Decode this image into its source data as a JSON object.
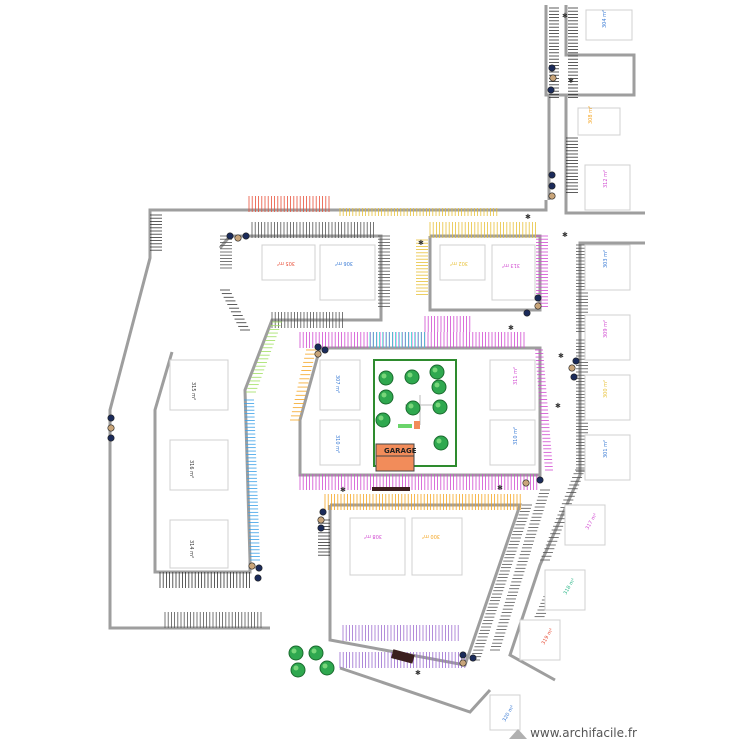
{
  "site": {
    "watermark": "www.archifacile.fr",
    "garage_label": "GARAGE"
  },
  "colors": {
    "wall": "#9e9e9e",
    "garage": "#f28c5a",
    "playground_border": "#2e8b2e",
    "tree": "#2fa84f",
    "marker_dark": "#1b2b5a",
    "marker_light": "#c9a57a"
  },
  "rooms": [
    {
      "id": "r1",
      "label": "304 m²",
      "color": "#3a7bd5"
    },
    {
      "id": "r2",
      "label": "308 m²",
      "color": "#f5a623"
    },
    {
      "id": "r3",
      "label": "312 m²",
      "color": "#d14bd1"
    },
    {
      "id": "r4",
      "label": "305 m²",
      "color": "#e8503a"
    },
    {
      "id": "r5",
      "label": "306 m²",
      "color": "#3a7bd5"
    },
    {
      "id": "r6",
      "label": "302 m²",
      "color": "#e8c23a"
    },
    {
      "id": "r7",
      "label": "313 m²",
      "color": "#d14bd1"
    },
    {
      "id": "r8",
      "label": "303 m²",
      "color": "#3a7bd5"
    },
    {
      "id": "r9",
      "label": "309 m²",
      "color": "#d14bd1"
    },
    {
      "id": "r10",
      "label": "300 m²",
      "color": "#e8c23a"
    },
    {
      "id": "r11",
      "label": "301 m²",
      "color": "#3a7bd5"
    },
    {
      "id": "r12",
      "label": "311 m²",
      "color": "#d14bd1"
    },
    {
      "id": "r13",
      "label": "310 m²",
      "color": "#3a7bd5"
    },
    {
      "id": "r14",
      "label": "315 m²",
      "color": "#333333"
    },
    {
      "id": "r15",
      "label": "316 m²",
      "color": "#333333"
    },
    {
      "id": "r16",
      "label": "314 m²",
      "color": "#333333"
    },
    {
      "id": "r17",
      "label": "307 m²",
      "color": "#3a7bd5"
    },
    {
      "id": "r18",
      "label": "310 m²",
      "color": "#3a7bd5"
    },
    {
      "id": "r19",
      "label": "308 m²",
      "color": "#d14bd1"
    },
    {
      "id": "r20",
      "label": "300 m²",
      "color": "#f5a623"
    },
    {
      "id": "r21",
      "label": "317 m²",
      "color": "#d14bd1"
    },
    {
      "id": "r22",
      "label": "318 m²",
      "color": "#2fb88a"
    },
    {
      "id": "r23",
      "label": "319 m²",
      "color": "#e8503a"
    },
    {
      "id": "r24",
      "label": "320 m²",
      "color": "#3a7bd5"
    }
  ]
}
